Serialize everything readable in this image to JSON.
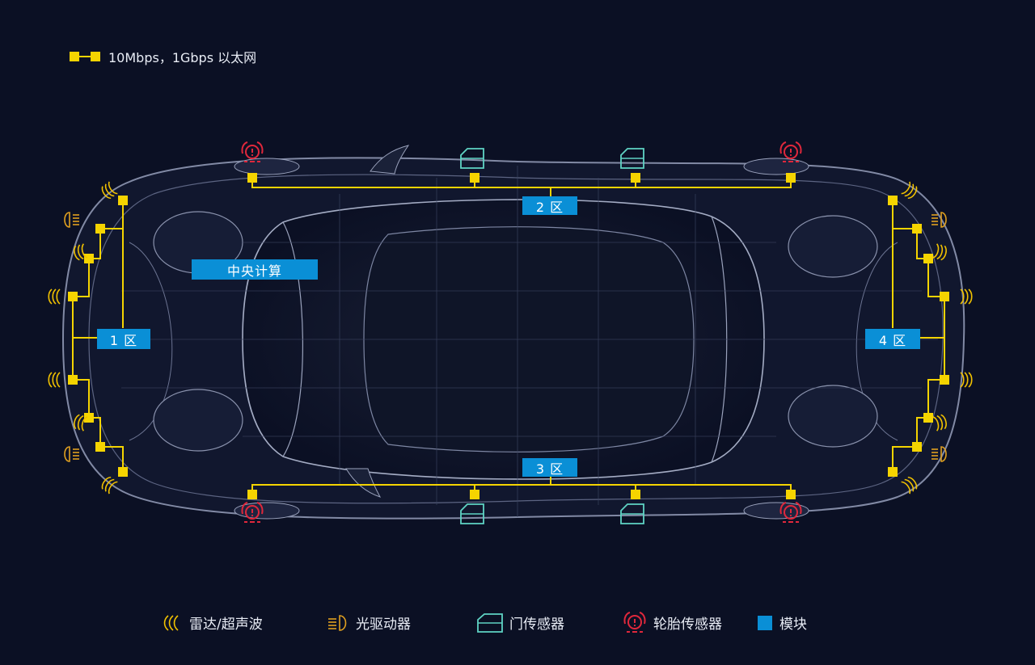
{
  "legend_top": {
    "label": "10Mbps，1Gbps 以太网"
  },
  "zones": {
    "z1": "1 区",
    "z2": "2 区",
    "z3": "3 区",
    "z4": "4 区",
    "central": "中央计算"
  },
  "legend_bottom": {
    "radar": "雷达/超声波",
    "light": "光驱动器",
    "door": "门传感器",
    "tire": "轮胎传感器",
    "module": "模块"
  },
  "colors": {
    "background": "#0b1024",
    "bus": "#f5d400",
    "zone_box": "#0a8fd6",
    "radar": "#f2c200",
    "light": "#e0a020",
    "door": "#5fd3c4",
    "tire": "#e0283c"
  }
}
